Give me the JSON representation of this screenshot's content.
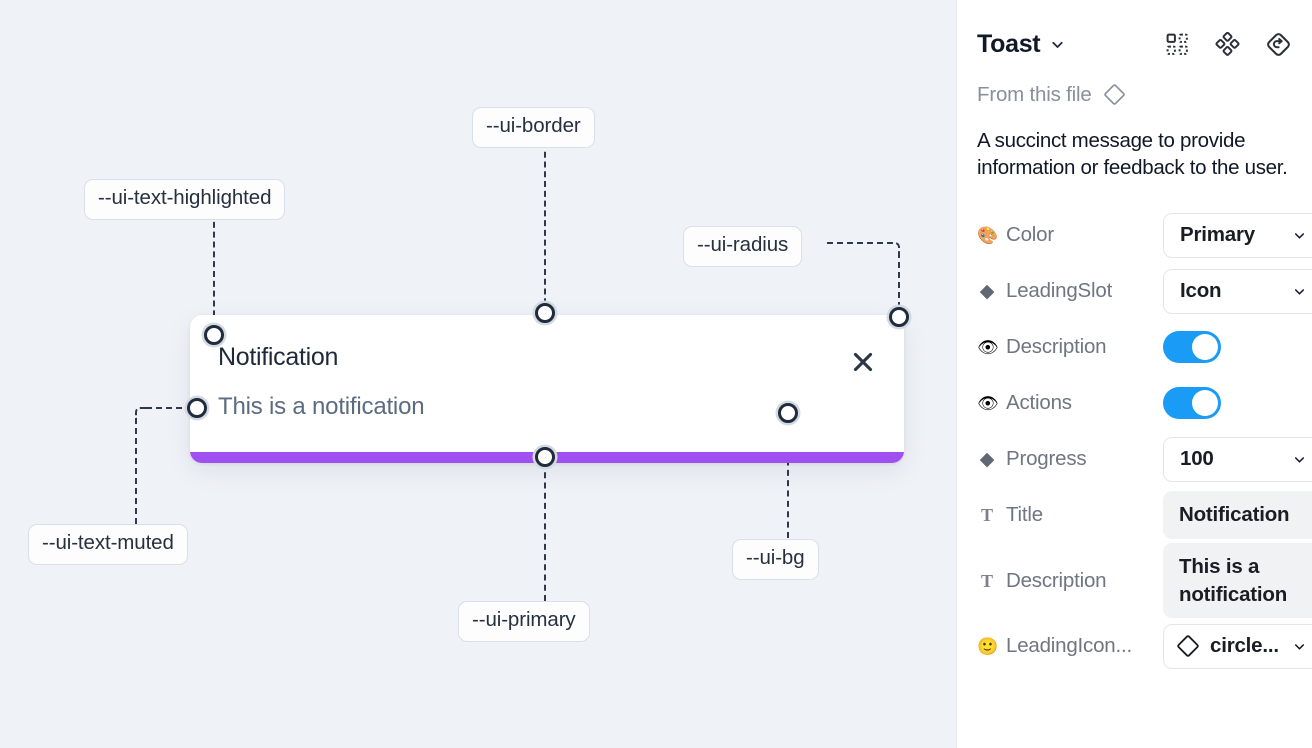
{
  "canvas": {
    "background_color": "#eff2f7",
    "tokens": [
      {
        "name": "ui-border-label",
        "label": "--ui-border"
      },
      {
        "name": "ui-text-highlighted-label",
        "label": "--ui-text-highlighted"
      },
      {
        "name": "ui-radius-label",
        "label": "--ui-radius"
      },
      {
        "name": "ui-text-muted-label",
        "label": "--ui-text-muted"
      },
      {
        "name": "ui-primary-label",
        "label": "--ui-primary"
      },
      {
        "name": "ui-bg-label",
        "label": "--ui-bg"
      }
    ],
    "toast": {
      "title": "Notification",
      "description": "This is a notification",
      "close_icon": "close-x-icon",
      "progress_color": "#a050f0",
      "background_color": "#ffffff"
    }
  },
  "panel": {
    "title": "Toast",
    "title_caret_icon": "chevron-down-icon",
    "header_icons": [
      {
        "name": "component-icon",
        "label": "component"
      },
      {
        "name": "variants-icon",
        "label": "variants"
      },
      {
        "name": "reset-icon",
        "label": "reset"
      }
    ],
    "from_file": {
      "label": "From this file",
      "icon": "diamond-icon"
    },
    "description": "A succinct message to provide information or feedback to the user.",
    "properties": [
      {
        "icon": "palette-emoji",
        "glyph": "🎨",
        "icon_kind": "emoji",
        "label": "Color",
        "control": "select",
        "value": "Primary"
      },
      {
        "icon": "diamond-icon",
        "glyph": "◆",
        "icon_kind": "diamond",
        "label": "LeadingSlot",
        "control": "select",
        "value": "Icon"
      },
      {
        "icon": "eye-emoji",
        "glyph": "👁",
        "icon_kind": "emoji",
        "label": "Description",
        "control": "toggle",
        "value": "on"
      },
      {
        "icon": "eye-emoji",
        "glyph": "👁",
        "icon_kind": "emoji",
        "label": "Actions",
        "control": "toggle",
        "value": "on"
      },
      {
        "icon": "diamond-icon",
        "glyph": "◆",
        "icon_kind": "diamond",
        "label": "Progress",
        "control": "select",
        "value": "100"
      },
      {
        "icon": "text-icon",
        "glyph": "T",
        "icon_kind": "tserif",
        "label": "Title",
        "control": "field",
        "value": "Notification"
      },
      {
        "icon": "text-icon",
        "glyph": "T",
        "icon_kind": "tserif",
        "label": "Description",
        "control": "field",
        "value": "This is a notification"
      },
      {
        "icon": "smiley-emoji",
        "glyph": "🙂",
        "icon_kind": "emoji",
        "label": "LeadingIcon...",
        "control": "icon-select",
        "value": "circle..."
      }
    ],
    "accent_color": "#1a9bf5"
  }
}
